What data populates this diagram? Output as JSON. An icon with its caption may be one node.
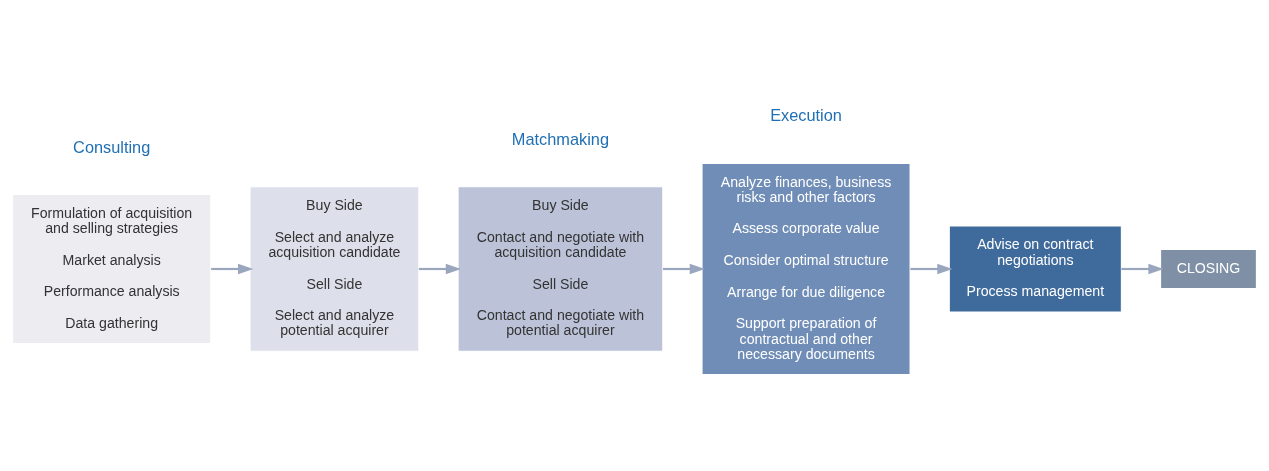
{
  "diagram": {
    "nodes": [
      {
        "text": [
          "Formulation of acquisition and selling strategies",
          "Market analysis",
          "Performance analysis",
          "Data gathering"
        ]
      },
      {
        "text": [
          "Buy Side",
          "Select and analyze acquisition candidate",
          "Sell Side",
          "Select and analyze potential acquirer"
        ]
      },
      {
        "text": [
          "Buy Side",
          "Contact and negotiate with acquisition candidate",
          "Sell Side",
          "Contact and negotiate with potential acquirer"
        ]
      },
      {
        "text": [
          "Analyze finances, business risks and other factors",
          "Assess corporate value",
          "Consider optimal structure",
          "Arrange for due diligence",
          "Support preparation of contractual and other necessary documents"
        ]
      },
      {
        "text": [
          "Advise on contract negotiations",
          "Process management"
        ]
      },
      {
        "text": [
          "CLOSING"
        ]
      }
    ],
    "edges": [
      {
        "from": 0,
        "to": 1,
        "arrow": "to"
      },
      {
        "from": 1,
        "to": 2,
        "arrow": "to"
      },
      {
        "from": 2,
        "to": 3,
        "arrow": "to"
      },
      {
        "from": 3,
        "to": 4,
        "arrow": "to"
      },
      {
        "from": 4,
        "to": 5,
        "arrow": "to"
      }
    ],
    "labels": [
      "Consulting",
      "Matchmaking",
      "Execution"
    ]
  }
}
